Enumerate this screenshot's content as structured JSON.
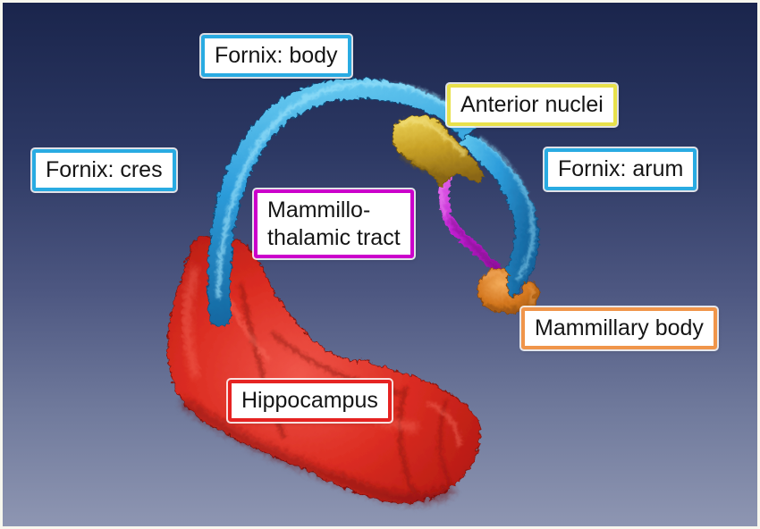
{
  "background": {
    "gradient_top": "#1a254c",
    "gradient_bottom": "#8e96b2",
    "frame_color": "#f7f7ee"
  },
  "labels": {
    "fornix_body": {
      "text": "Fornix: body",
      "border_color": "#29abe2"
    },
    "anterior_nuclei": {
      "text": "Anterior nuclei",
      "border_color": "#e8e14b"
    },
    "fornix_cres": {
      "text": "Fornix: cres",
      "border_color": "#29abe2"
    },
    "fornix_arum": {
      "text": "Fornix: arum",
      "border_color": "#29abe2"
    },
    "mammillo_thalamic": {
      "line1": "Mammillo-",
      "line2": "thalamic tract",
      "border_color": "#cb00cb"
    },
    "mammillary_body": {
      "text": "Mammillary body",
      "border_color": "#f0954a"
    },
    "hippocampus": {
      "text": "Hippocampus",
      "border_color": "#e62322"
    }
  },
  "structures": {
    "hippocampus": {
      "label": "Hippocampus",
      "color": "#dc2a20"
    },
    "fornix": {
      "label": "Fornix",
      "color": "#2d9ddb"
    },
    "anterior_nuclei": {
      "label": "Anterior nuclei",
      "color": "#c9a227"
    },
    "mammillo_thalamic_tract": {
      "label": "Mammillo-thalamic tract",
      "color": "#c421ce"
    },
    "mammillary_body": {
      "label": "Mammillary body",
      "color": "#d4771f"
    }
  }
}
